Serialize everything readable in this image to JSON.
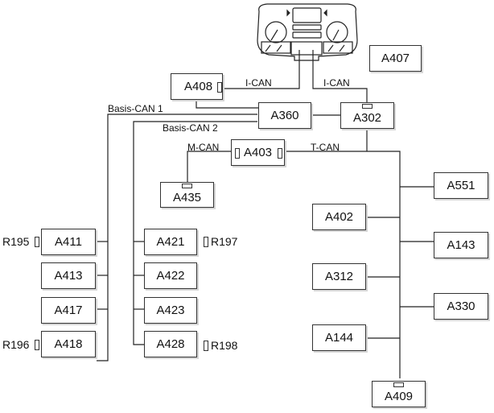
{
  "diagram": {
    "title_icon": "instrument-cluster-icon",
    "bus_labels": {
      "i_can_left": "I-CAN",
      "i_can_right": "I-CAN",
      "basis_can_1": "Basis-CAN 1",
      "basis_can_2": "Basis-CAN 2",
      "m_can": "M-CAN",
      "t_can": "T-CAN"
    },
    "nodes": {
      "A407": "A407",
      "A408": "A408",
      "A360": "A360",
      "A302": "A302",
      "A403": "A403",
      "A435": "A435",
      "A411": "A411",
      "A413": "A413",
      "A417": "A417",
      "A418": "A418",
      "A421": "A421",
      "A422": "A422",
      "A423": "A423",
      "A428": "A428",
      "A402": "A402",
      "A312": "A312",
      "A144": "A144",
      "A551": "A551",
      "A143": "A143",
      "A330": "A330",
      "A409": "A409"
    },
    "resistors": {
      "R195": "R195",
      "R196": "R196",
      "R197": "R197",
      "R198": "R198"
    }
  }
}
